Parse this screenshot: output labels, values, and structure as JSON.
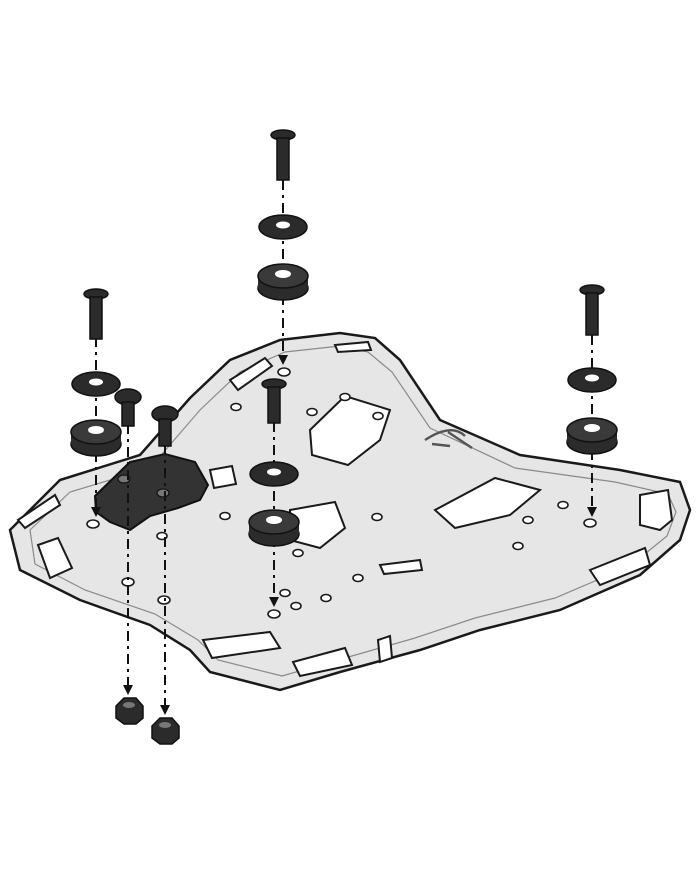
{
  "diagram": {
    "type": "exploded-assembly",
    "colors": {
      "background": "#ffffff",
      "plate_fill": "#e6e6e6",
      "plate_inner": "#d6d6d6",
      "outline": "#1a1a1a",
      "hardware": "#2b2b2b",
      "bracket": "#333333"
    },
    "parts": [
      {
        "name": "rack-plate",
        "icon": "rack-plate"
      },
      {
        "name": "mounting-bracket",
        "icon": "adapter-bracket"
      },
      {
        "name": "bolt",
        "icon": "bolt-icon",
        "count": 6
      },
      {
        "name": "washer",
        "icon": "washer-icon",
        "count": 4
      },
      {
        "name": "rubber-grommet",
        "icon": "grommet-icon",
        "count": 4
      },
      {
        "name": "nut",
        "icon": "nut-icon",
        "count": 2
      }
    ],
    "logo": "brand-logo"
  }
}
